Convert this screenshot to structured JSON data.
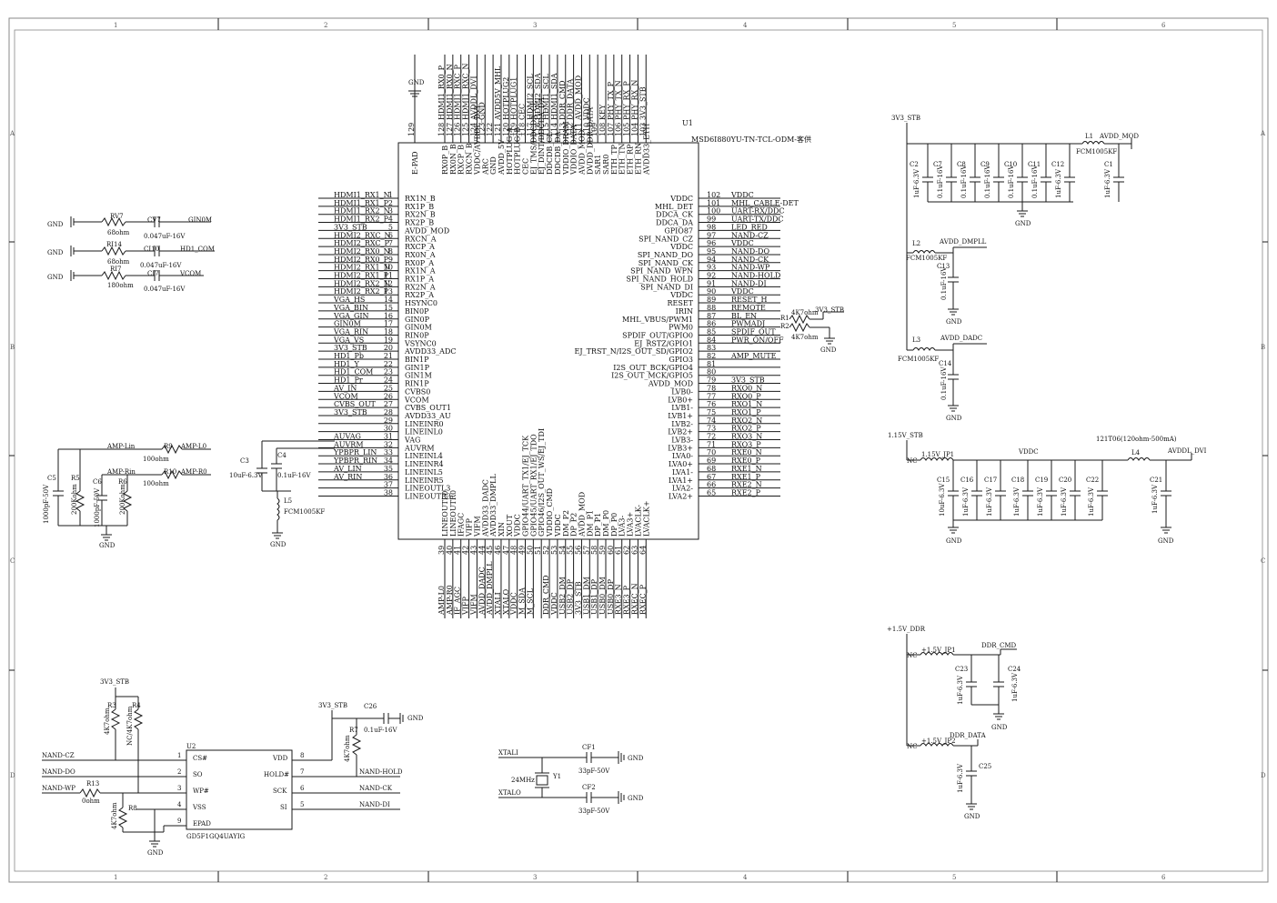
{
  "title_block": {
    "ic_ref": "U1",
    "ic_part": "MSD6I880YU-TN-TCL-ODM-客供"
  },
  "colors": {
    "line": "#1a1a1a",
    "background": "#ffffff",
    "frame": "#888888"
  },
  "grid": {
    "columns": [
      "1",
      "2",
      "3",
      "4",
      "5",
      "6"
    ],
    "rows": [
      "A",
      "B",
      "C",
      "D"
    ]
  },
  "u1_left_pins": [
    {
      "net": "HDMI1_RX1_N",
      "num": "1",
      "func": "RX1N_B"
    },
    {
      "net": "HDMI1_RX1_P",
      "num": "2",
      "func": "RX1P_B"
    },
    {
      "net": "HDMI1_RX2_N",
      "num": "3",
      "func": "RX2N_B"
    },
    {
      "net": "HDMI1_RX2_P",
      "num": "4",
      "func": "RX2P_B"
    },
    {
      "net": "3V3_STB",
      "num": "5",
      "func": "AVDD_MOD"
    },
    {
      "net": "HDMI2_RXC_N",
      "num": "6",
      "func": "RXCN_A"
    },
    {
      "net": "HDMI2_RXC_P",
      "num": "7",
      "func": "RXCP_A"
    },
    {
      "net": "HDMI2_RX0_N",
      "num": "8",
      "func": "RX0N_A"
    },
    {
      "net": "HDMI2_RX0_P",
      "num": "9",
      "func": "RX0P_A"
    },
    {
      "net": "HDMI2_RX1_N",
      "num": "10",
      "func": "RX1N_A"
    },
    {
      "net": "HDMI2_RX1_P",
      "num": "11",
      "func": "RX1P_A"
    },
    {
      "net": "HDMI2_RX2_N",
      "num": "12",
      "func": "RX2N_A"
    },
    {
      "net": "HDMI2_RX2_P",
      "num": "13",
      "func": "RX2P_A"
    },
    {
      "net": "VGA_HS",
      "num": "14",
      "func": "HSYNC0"
    },
    {
      "net": "VGA_BIN",
      "num": "15",
      "func": "BIN0P"
    },
    {
      "net": "VGA_GIN",
      "num": "16",
      "func": "GIN0P"
    },
    {
      "net": "GIN0M",
      "num": "17",
      "func": "GIN0M"
    },
    {
      "net": "VGA_RIN",
      "num": "18",
      "func": "RIN0P"
    },
    {
      "net": "VGA_VS",
      "num": "19",
      "func": "VSYNC0"
    },
    {
      "net": "3V3_STB",
      "num": "20",
      "func": "AVDD33_ADC"
    },
    {
      "net": "HD1_Pb",
      "num": "21",
      "func": "BIN1P"
    },
    {
      "net": "HD1_Y",
      "num": "22",
      "func": "GIN1P"
    },
    {
      "net": "HD1_COM",
      "num": "23",
      "func": "GIN1M"
    },
    {
      "net": "HD1_Pr",
      "num": "24",
      "func": "RIN1P"
    },
    {
      "net": "AV_IN",
      "num": "25",
      "func": "CVBS0"
    },
    {
      "net": "VCOM",
      "num": "26",
      "func": "VCOM"
    },
    {
      "net": "CVBS_OUT",
      "num": "27",
      "func": "CVBS_OUT1"
    },
    {
      "net": "3V3_STB",
      "num": "28",
      "func": "AVDD33_AU"
    },
    {
      "net": "",
      "num": "29",
      "func": "LINEINR0"
    },
    {
      "net": "",
      "num": "30",
      "func": "LINEINL0"
    },
    {
      "net": "AUVAG",
      "num": "31",
      "func": "VAG"
    },
    {
      "net": "AUVRM",
      "num": "32",
      "func": "AUVRM"
    },
    {
      "net": "YPBPR_LIN",
      "num": "33",
      "func": "LINEINL4"
    },
    {
      "net": "YPBPR_RIN",
      "num": "34",
      "func": "LINEINR4"
    },
    {
      "net": "AV_LIN",
      "num": "35",
      "func": "LINEINL5"
    },
    {
      "net": "AV_RIN",
      "num": "36",
      "func": "LINEINR5"
    },
    {
      "net": "",
      "num": "37",
      "func": "LINEOUTL3"
    },
    {
      "net": "",
      "num": "38",
      "func": "LINEOUTR3"
    }
  ],
  "u1_right_pins": [
    {
      "num": "102",
      "func": "VDDC",
      "net": "VDDC"
    },
    {
      "num": "101",
      "func": "MHL_DET",
      "net": "MHL_CABLE-DET"
    },
    {
      "num": "100",
      "func": "DDCA_CK",
      "net": "UART-RX/DDC"
    },
    {
      "num": "99",
      "func": "DDCA_DA",
      "net": "UART-TX/DDC"
    },
    {
      "num": "98",
      "func": "GPIO87",
      "net": "LED_RED"
    },
    {
      "num": "97",
      "func": "SPI_NAND_CZ",
      "net": "NAND-CZ"
    },
    {
      "num": "96",
      "func": "VDDC",
      "net": "VDDC"
    },
    {
      "num": "95",
      "func": "SPI_NAND_DO",
      "net": "NAND-DO"
    },
    {
      "num": "94",
      "func": "SPI_NAND_CK",
      "net": "NAND-CK"
    },
    {
      "num": "93",
      "func": "SPI_NAND_WPN",
      "net": "NAND-WP"
    },
    {
      "num": "92",
      "func": "SPI_NAND_HOLD",
      "net": "NAND-HOLD"
    },
    {
      "num": "91",
      "func": "SPI_NAND_DI",
      "net": "NAND-DI"
    },
    {
      "num": "90",
      "func": "VDDC",
      "net": "VDDC"
    },
    {
      "num": "89",
      "func": "RESET",
      "net": "RESET_H"
    },
    {
      "num": "88",
      "func": "IRIN",
      "net": "REMOTE"
    },
    {
      "num": "87",
      "func": "MHL_VBUS/PWM1",
      "net": "BL_EN"
    },
    {
      "num": "86",
      "func": "PWM0",
      "net": "PWMADJ"
    },
    {
      "num": "85",
      "func": "SPDIF_OUT/GPIO0",
      "net": "SPDIF_OUT"
    },
    {
      "num": "84",
      "func": "EJ_RSTZ/GPIO1",
      "net": "PWR_ON/OFF"
    },
    {
      "num": "83",
      "func": "EJ_TRST_N/I2S_OUT_SD/GPIO2",
      "net": ""
    },
    {
      "num": "82",
      "func": "GPIO3",
      "net": "AMP_MUTE"
    },
    {
      "num": "81",
      "func": "I2S_OUT_BCK/GPIO4",
      "net": ""
    },
    {
      "num": "80",
      "func": "I2S_OUT_MCK/GPIO5",
      "net": ""
    },
    {
      "num": "79",
      "func": "AVDD_MOD",
      "net": "3V3_STB"
    },
    {
      "num": "78",
      "func": "LVB0-",
      "net": "RXO0_N"
    },
    {
      "num": "77",
      "func": "LVB0+",
      "net": "RXO0_P"
    },
    {
      "num": "76",
      "func": "LVB1-",
      "net": "RXO1_N"
    },
    {
      "num": "75",
      "func": "LVB1+",
      "net": "RXO1_P"
    },
    {
      "num": "74",
      "func": "LVB2-",
      "net": "RXO2_N"
    },
    {
      "num": "73",
      "func": "LVB2+",
      "net": "RXO2_P"
    },
    {
      "num": "72",
      "func": "LVB3-",
      "net": "RXO3_N"
    },
    {
      "num": "71",
      "func": "LVB3+",
      "net": "RXO3_P"
    },
    {
      "num": "70",
      "func": "LVA0-",
      "net": "RXE0_N"
    },
    {
      "num": "69",
      "func": "LVA0+",
      "net": "RXE0_P"
    },
    {
      "num": "68",
      "func": "LVA1-",
      "net": "RXE1_N"
    },
    {
      "num": "67",
      "func": "LVA1+",
      "net": "RXE1_P"
    },
    {
      "num": "66",
      "func": "LVA2-",
      "net": "RXE2_N"
    },
    {
      "num": "65",
      "func": "LVA2+",
      "net": "RXE2_P"
    }
  ],
  "u1_top_pins": [
    {
      "num": "129",
      "func": "E-PAD",
      "net": "GND"
    },
    {
      "num": "128",
      "func": "RX0P_B",
      "net": "HDMI1_RX0_P"
    },
    {
      "num": "127",
      "func": "RX0N_B",
      "net": "HDMI1_RX0_N"
    },
    {
      "num": "126",
      "func": "RXCP_B",
      "net": "HDMI1_RXC_P"
    },
    {
      "num": "125",
      "func": "RXCN_B",
      "net": "HDMI1_RXC_N"
    },
    {
      "num": "124",
      "func": "VDDC/AVDDL_DVI",
      "net": "AVDDL_DVI"
    },
    {
      "num": "123",
      "func": "ARC",
      "net": "GND"
    },
    {
      "num": "122",
      "func": "GND",
      "net": ""
    },
    {
      "num": "121",
      "func": "AVDD_5V",
      "net": "AVDD5V_MHL"
    },
    {
      "num": "120",
      "func": "HOTPLUG_A",
      "net": "HOTPLUG2"
    },
    {
      "num": "119",
      "func": "HOTPLUG_B",
      "net": "HOTPLUG1"
    },
    {
      "num": "118",
      "func": "CEC",
      "net": "CEC"
    },
    {
      "num": "117",
      "func": "EJ_TMS/DDCDA_CL",
      "net": "HDMI2_SCL"
    },
    {
      "num": "116",
      "func": "EJ_DINT/DDCDA_DA",
      "net": "HDMI2_SDA"
    },
    {
      "num": "115",
      "func": "DDCDB_CL",
      "net": "HDMI1_SCL"
    },
    {
      "num": "114",
      "func": "DDCDB_DA",
      "net": "HDMI1_SDA"
    },
    {
      "num": "113",
      "func": "VDDIO_DRAM",
      "net": "DDR_CMD"
    },
    {
      "num": "112",
      "func": "VDDIO_DATA",
      "net": "DDR_DATA"
    },
    {
      "num": "111",
      "func": "AVDD_MOD",
      "net": "AVDD_MOD"
    },
    {
      "num": "110",
      "func": "DVDD_DDR_DATA",
      "net": "VDDC"
    },
    {
      "num": "109",
      "func": "SAR1",
      "net": ""
    },
    {
      "num": "108",
      "func": "SAR0",
      "net": "KEY"
    },
    {
      "num": "107",
      "func": "ETH_TP",
      "net": "PHY_TX_P"
    },
    {
      "num": "106",
      "func": "ETH_TN",
      "net": "PHY_TX_N"
    },
    {
      "num": "105",
      "func": "ETH_RP",
      "net": "PHY_RX_P"
    },
    {
      "num": "104",
      "func": "ETH_RN",
      "net": "PHY_RX_N"
    },
    {
      "num": "103",
      "func": "AVDD33_ETH",
      "net": "3V3_STB"
    }
  ],
  "u1_bottom_pins": [
    {
      "num": "39",
      "func": "LINEOUTL0",
      "net": "AMP-L0"
    },
    {
      "num": "40",
      "func": "LINEOUTR0",
      "net": "AMP-R0"
    },
    {
      "num": "41",
      "func": "IFAGC",
      "net": "IF_AGC"
    },
    {
      "num": "42",
      "func": "VIFP",
      "net": "VIFP"
    },
    {
      "num": "43",
      "func": "VIFM",
      "net": "VIFM"
    },
    {
      "num": "44",
      "func": "AVDD33_DADC",
      "net": "AVDD_DADC"
    },
    {
      "num": "45",
      "func": "AVDD33_DMPLL",
      "net": "AVDD_DMPLL"
    },
    {
      "num": "46",
      "func": "XIN",
      "net": "XTALI"
    },
    {
      "num": "47",
      "func": "XOUT",
      "net": "XTALO"
    },
    {
      "num": "48",
      "func": "VDDC",
      "net": "VDDC"
    },
    {
      "num": "49",
      "func": "GPIO44/UART_TX1/EJ_TCK",
      "net": "M_SDA"
    },
    {
      "num": "50",
      "func": "GPIO45/UART_RX1/EJ_TDO",
      "net": "M_SCL"
    },
    {
      "num": "51",
      "func": "GPIO46/I2S_OUT_WS/EJ_TDI",
      "net": ""
    },
    {
      "num": "52",
      "func": "VDDIO_CMD",
      "net": "DDR_CMD"
    },
    {
      "num": "53",
      "func": "VDDC",
      "net": "VDDC"
    },
    {
      "num": "54",
      "func": "DM_P2",
      "net": "USB2_DM"
    },
    {
      "num": "55",
      "func": "DP_P2",
      "net": "USB2_DP"
    },
    {
      "num": "56",
      "func": "AVDD_MOD",
      "net": "3V3_STB"
    },
    {
      "num": "57",
      "func": "DM_P1",
      "net": "USB1_DM"
    },
    {
      "num": "58",
      "func": "DP_P1",
      "net": "USB1_DP"
    },
    {
      "num": "59",
      "func": "DM_P0",
      "net": "USB0_DM"
    },
    {
      "num": "60",
      "func": "DP_P0",
      "net": "USB0_DP"
    },
    {
      "num": "61",
      "func": "LVA3-",
      "net": "RXE3_N"
    },
    {
      "num": "62",
      "func": "LVA3+",
      "net": "RXE3_P"
    },
    {
      "num": "63",
      "func": "LVACLK-",
      "net": "RXEC_N"
    },
    {
      "num": "64",
      "func": "LVACLK+",
      "net": "RXEC_P"
    }
  ],
  "labels": {
    "gnd": "GND",
    "gin0m": "GIN0M",
    "hd1_com": "HD1_COM",
    "vcom": "VCOM",
    "rv7": "RV7",
    "rv7_val": "68ohm",
    "ri14": "RI14",
    "ri14_val": "68ohm",
    "ri7": "RI7",
    "ri7_val": "180ohm",
    "cv7": "CV7",
    "cv7_val": "0.047uF-16V",
    "ci10": "CI10",
    "ci10_val": "0.047uF-16V",
    "ci7": "CI7",
    "ci7_val": "0.047uF-16V",
    "amp_lin": "AMP-Lin",
    "amp_rin": "AMP-Rin",
    "amp_l0": "AMP-L0",
    "amp_r0": "AMP-R0",
    "r9": "R9",
    "r10": "R10",
    "r9_val": "100ohm",
    "r10_val": "100ohm",
    "c5": "C5",
    "c5_val": "1000pF-50V",
    "r5": "R5",
    "r5_val": "200Kohm",
    "c6": "C6",
    "c6_val": "1000pF-50V",
    "r6": "R6",
    "r6_val": "200Kohm",
    "c3": "C3",
    "c3_val": "10uF-6.3V",
    "c4": "C4",
    "c4_val": "0.1uF-16V",
    "l5": "L5",
    "l5_val": "FCM1005KF",
    "r1": "R1",
    "r2": "R2",
    "r1_val": "4K7ohm",
    "r2_val": "4K7ohm",
    "v3v3_stb": "3V3_STB",
    "l1": "L1",
    "l1_net": "AVDD_MOD",
    "l1_val": "FCM1005KF",
    "c2": "C2",
    "c7": "C7",
    "c8": "C8",
    "c9": "C9",
    "c10": "C10",
    "c11": "C11",
    "c12": "C12",
    "c1": "C1",
    "cap_1u": "1uF-6.3V",
    "cap_01u": "0.1uF-16V",
    "l2": "L2",
    "l2_net": "AVDD_DMPLL",
    "l2_val": "FCM1005KF",
    "c13": "C13",
    "c13_val": "0.1uF-16V",
    "l3": "L3",
    "l3_net": "AVDD_DADC",
    "l3_val": "FCM1005KF",
    "c14": "C14",
    "c14_val": "0.1uF-16V",
    "v115_stb": "1.15V_STB",
    "jp_115": "1.15V_JP1",
    "nc": "NC",
    "vddc": "VDDC",
    "bead_note": "121T06(120ohm-500mA)",
    "l4": "L4",
    "avddl_dvi": "AVDDL_DVI",
    "c15": "C15",
    "c16": "C16",
    "c17": "C17",
    "c18": "C18",
    "c19": "C19",
    "c20": "C20",
    "c22": "C22",
    "c21": "C21",
    "c15_val": "10uF-6.3V",
    "v15_ddr": "+1.5V_DDR",
    "jp1_15": "+1.5V_JP1",
    "jp2_15": "+1.5V_JP2",
    "ddr_cmd": "DDR_CMD",
    "ddr_data": "DDR_DATA",
    "c23": "C23",
    "c24": "C24",
    "c25": "C25",
    "u2": "U2",
    "u2_part": "GD5F1GQ4UAYIG",
    "u2_cs": "CS#",
    "u2_so": "SO",
    "u2_wp": "WP#",
    "u2_vss": "VSS",
    "u2_epad": "EPAD",
    "u2_vdd": "VDD",
    "u2_hold": "HOLD#",
    "u2_sck": "SCK",
    "u2_si": "SI",
    "p1": "1",
    "p2": "2",
    "p3": "3",
    "p4": "4",
    "p5": "5",
    "p6": "6",
    "p7": "7",
    "p8": "8",
    "p9": "9",
    "nand_cz": "NAND-CZ",
    "nand_do": "NAND-DO",
    "nand_wp": "NAND-WP",
    "nand_hold": "NAND-HOLD",
    "nand_ck": "NAND-CK",
    "nand_di": "NAND-DI",
    "r13": "R13",
    "r13_val": "0ohm",
    "r3": "R3",
    "r3_val": "4K7ohm",
    "r4": "R4",
    "r4_val": "NC/4K7ohm",
    "r7": "R7",
    "r7_val": "4K7ohm",
    "r8": "R8",
    "r8_val": "4K7ohm",
    "c26": "C26",
    "c26_val": "0.1uF-16V",
    "xtali": "XTALI",
    "xtalo": "XTALO",
    "cf1": "CF1",
    "cf2": "CF2",
    "cf1_val": "33pF-50V",
    "cf2_val": "33pF-50V",
    "y1": "Y1",
    "y1_val": "24MHz"
  }
}
